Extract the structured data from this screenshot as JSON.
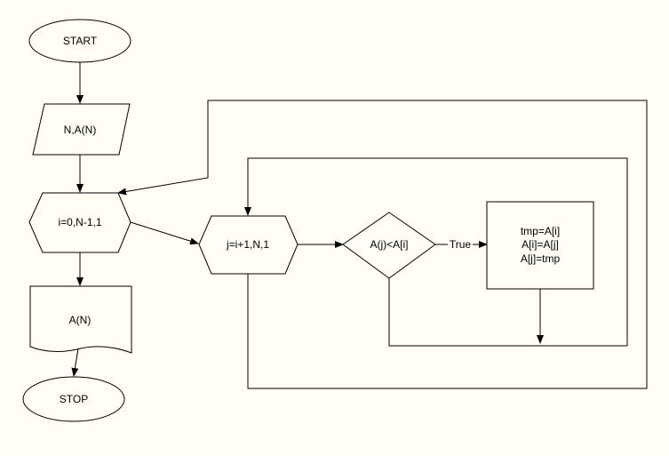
{
  "flowchart": {
    "start_label": "START",
    "input_label": "N,A(N)",
    "outer_loop_label": "i=0,N-1,1",
    "inner_loop_label": "j=i+1,N,1",
    "condition_label": "A(j)<A[i]",
    "true_label": "True",
    "swap_lines": [
      "tmp=A[i]",
      "A[i]=A[j]",
      "A[j]=tmp"
    ],
    "output_label": "A(N)",
    "stop_label": "STOP"
  }
}
